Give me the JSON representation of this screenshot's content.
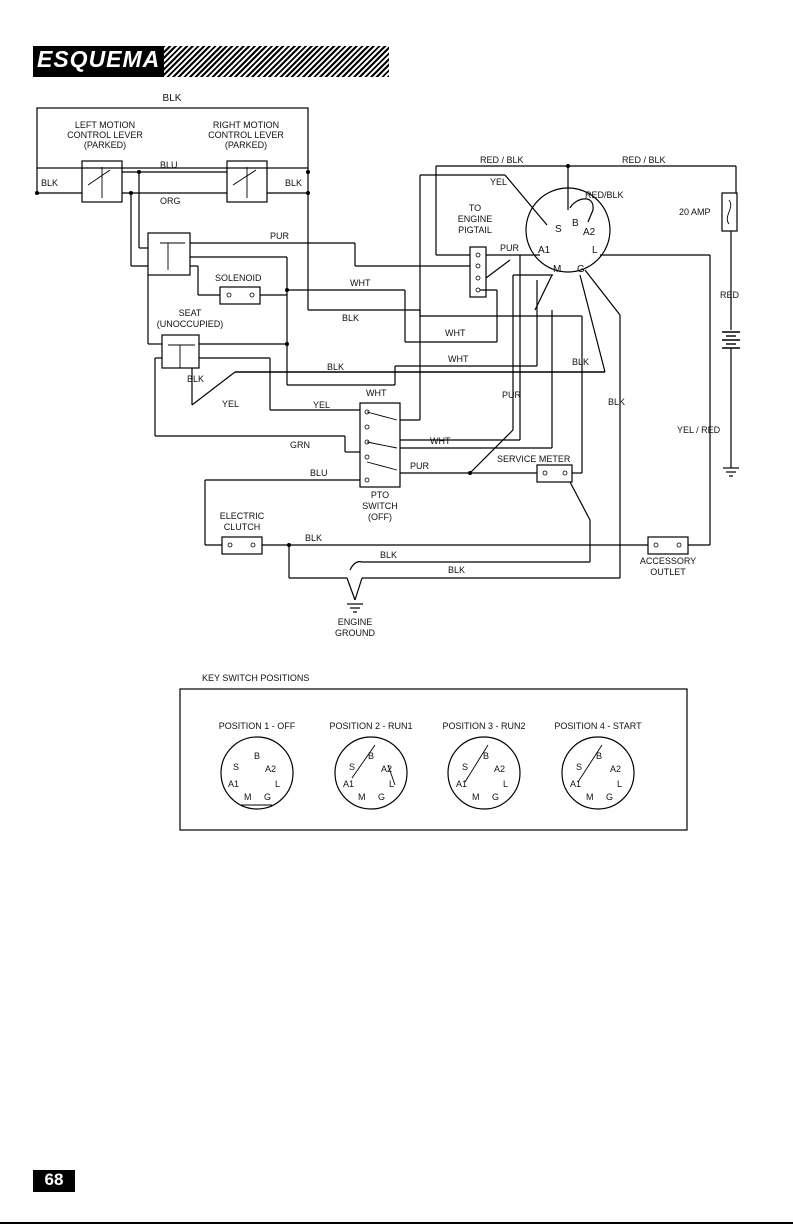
{
  "header": {
    "title": "ESQUEMA"
  },
  "page_number": "68",
  "components": {
    "left_lever": [
      "LEFT MOTION",
      "CONTROL LEVER",
      "(PARKED)"
    ],
    "right_lever": [
      "RIGHT MOTION",
      "CONTROL LEVER",
      "(PARKED)"
    ],
    "solenoid": "SOLENOID",
    "seat": [
      "SEAT",
      "(UNOCCUPIED)"
    ],
    "pigtail": [
      "TO",
      "ENGINE",
      "PIGTAIL"
    ],
    "fuse": "20 AMP",
    "service_meter": "SERVICE METER",
    "pto": [
      "PTO",
      "SWITCH",
      "(OFF)"
    ],
    "clutch": [
      "ELECTRIC",
      "CLUTCH"
    ],
    "outlet": [
      "ACCESSORY",
      "OUTLET"
    ],
    "ground": [
      "ENGINE",
      "GROUND"
    ]
  },
  "terminals": {
    "s": "S",
    "b": "B",
    "a2": "A2",
    "a1": "A1",
    "l": "L",
    "m": "M",
    "g": "G"
  },
  "wires": {
    "blk": "BLK",
    "blu": "BLU",
    "org": "ORG",
    "pur": "PUR",
    "wht": "WHT",
    "yel": "YEL",
    "grn": "GRN",
    "red": "RED",
    "red_blk": "RED / BLK",
    "red_blk2": "RED/BLK",
    "yel_red": "YEL / RED"
  },
  "key_switch": {
    "title": "KEY SWITCH POSITIONS",
    "positions": [
      "POSITION 1 - OFF",
      "POSITION 2 - RUN1",
      "POSITION 3 - RUN2",
      "POSITION 4 - START"
    ]
  }
}
